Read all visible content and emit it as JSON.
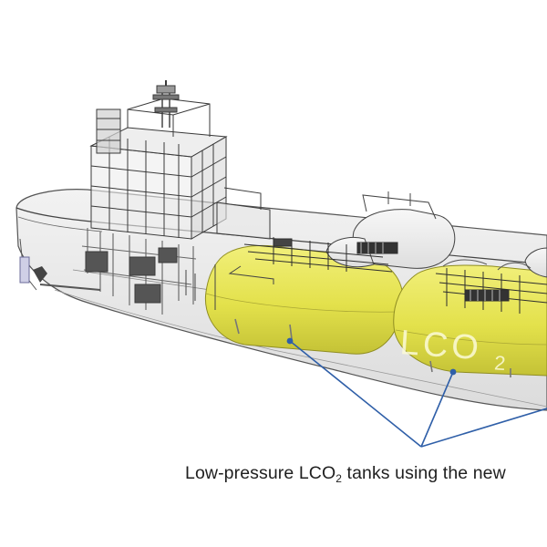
{
  "figure": {
    "caption": {
      "before": "Low-pressure LCO",
      "subscript": "2",
      "after": " tanks using the new"
    },
    "tank_marking": {
      "letters": "LCO",
      "subscript": "2"
    },
    "colors": {
      "tank_fill": "#e5e34f",
      "tank_shade": "#c9c63a",
      "hull_fill": "#e9e9e9",
      "wireframe": "#3a3a3a",
      "leader_line": "#2f5fa8",
      "caption_text": "#1f1f1f"
    }
  }
}
